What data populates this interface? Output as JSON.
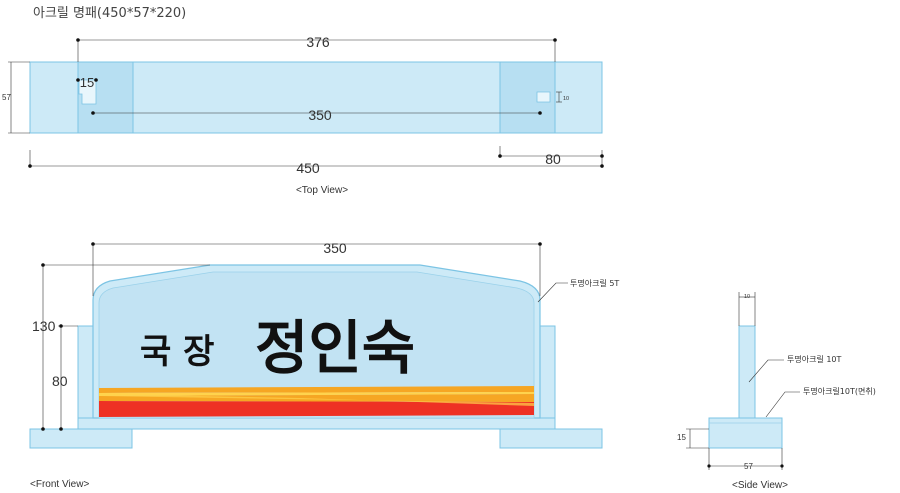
{
  "title": "아크릴 명패(450*57*220)",
  "top_view": {
    "label": "<Top View>",
    "dim_376": "376",
    "dim_15": "15",
    "dim_350": "350",
    "dim_57": "57",
    "dim_10": "10",
    "dim_450": "450",
    "dim_80": "80"
  },
  "front_view": {
    "label": "<Front View>",
    "dim_350": "350",
    "dim_130": "130",
    "dim_80": "80",
    "note_5t": "투명아크릴 5T",
    "title_text": "국 장",
    "name_text": "정인숙"
  },
  "side_view": {
    "label": "<Side View>",
    "dim_10": "10",
    "dim_15": "15",
    "dim_57": "57",
    "note_10t": "투명아크릴 10T",
    "note_10t_chamfer": "투명아크릴10T(면취)"
  },
  "colors": {
    "acrylic_fill": "#cdeaf7",
    "acrylic_stroke": "#7cc4e4",
    "stripe_red": "#ee3124",
    "stripe_orange": "#f6a623",
    "stripe_yellow": "#ffd34d"
  }
}
